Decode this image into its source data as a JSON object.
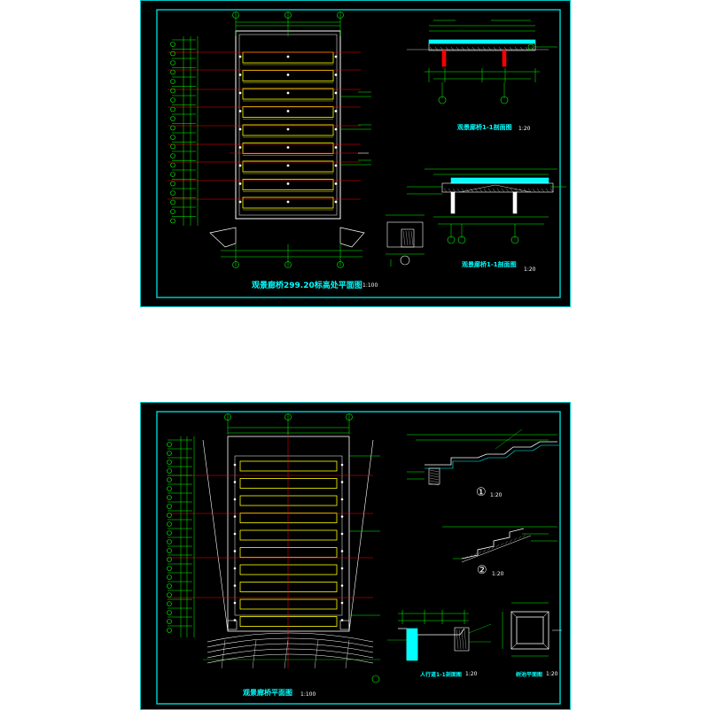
{
  "sheet_top": {
    "main_title": "观景廊桥299.20标高处平面图",
    "main_scale": "1:100",
    "section_a_title": "观景廊桥1-1剖面图",
    "section_a_scale": "1:20",
    "section_b_title": "观景廊桥1-1剖面图",
    "section_b_scale": "1:20"
  },
  "sheet_bottom": {
    "main_title": "观景廊桥平面图",
    "main_scale": "1:100",
    "detail1_marker": "①",
    "detail1_scale": "1:20",
    "detail2_marker": "②",
    "detail2_scale": "1:20",
    "section_title": "人行道1-1剖面图",
    "section_scale": "1:20",
    "plan_title": "树池平面图",
    "plan_scale": "1:20"
  },
  "colors": {
    "background": "#000000",
    "frame": "#00c8c8",
    "dimension": "#00ff00",
    "axis": "#ff0000",
    "deck": "#ffff00",
    "outline": "#ffffff",
    "title": "#00ffff",
    "water": "#00ffff"
  }
}
